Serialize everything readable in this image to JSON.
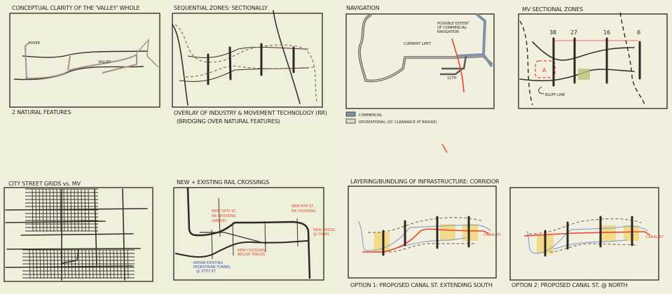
{
  "panels": [
    {
      "title": "CONCEPTUAL CLARITY OF THE 'VALLEY' WHOLE",
      "caption": "2 NATURAL FEATURES",
      "labels": [
        "RIVER",
        "VALLEY"
      ]
    },
    {
      "title": "SEQUENTIAL ZONES: SECTIONALLY",
      "caption_lines": [
        "OVERLAY OF INDUSTRY & MOVEMENT TECHNOLOGY (RR)",
        "(BRIDGING OVER NATURAL FEATURES)"
      ]
    },
    {
      "title": "NAVIGATION",
      "labels": [
        "CURRENT LIMIT",
        "POSSIBLE EXTENT",
        "OF COMMERCIAL",
        "NAVIGATION",
        "11TH"
      ],
      "legend": [
        {
          "label": "COMMERCIAL",
          "color": "#7f94a8"
        },
        {
          "label": "RECREATIONAL (25' CLEARANCE AT BRIDGE)",
          "color": "#cfe3c4"
        }
      ]
    },
    {
      "title": "MV SECTIONAL ZONES",
      "labels": [
        "38",
        "27",
        "16",
        "6",
        "A",
        "BLUFF LINE"
      ]
    },
    {
      "title": "CITY STREET GRIDS vs. MV"
    },
    {
      "title": "NEW + EXISTING RAIL CROSSINGS",
      "labels": [
        "NEW 38TH ST.",
        "RR CROSSING",
        "(ABOVE)",
        "NEW 8TH ST.",
        "RR CROSSING",
        "NEW CROSSING",
        "BELOW TRACKS",
        "NEW CROSS.",
        "@ CANAL",
        "REHAB EXISTING",
        "PEDESTRIAN TUNNEL",
        "@ 37TH ST."
      ]
    },
    {
      "title": "LAYERING/BUNDLING OF INFRASTRUCTURE: CORRIDOR",
      "caption": "OPTION 1: PROPOSED CANAL ST. EXTENDING SOUTH",
      "labels": [
        "CANAL ST."
      ]
    },
    {
      "title": "",
      "caption": "OPTION 2: PROPOSED CANAL ST. @ NORTH",
      "labels": [
        "CANAL ST."
      ]
    }
  ],
  "colors": {
    "paper": "#eef0dc",
    "ink": "#3a302a",
    "red": "#e8452c",
    "blue": "#8fa3cf",
    "yellow": "#f3d98a",
    "green": "#b8c27a"
  }
}
